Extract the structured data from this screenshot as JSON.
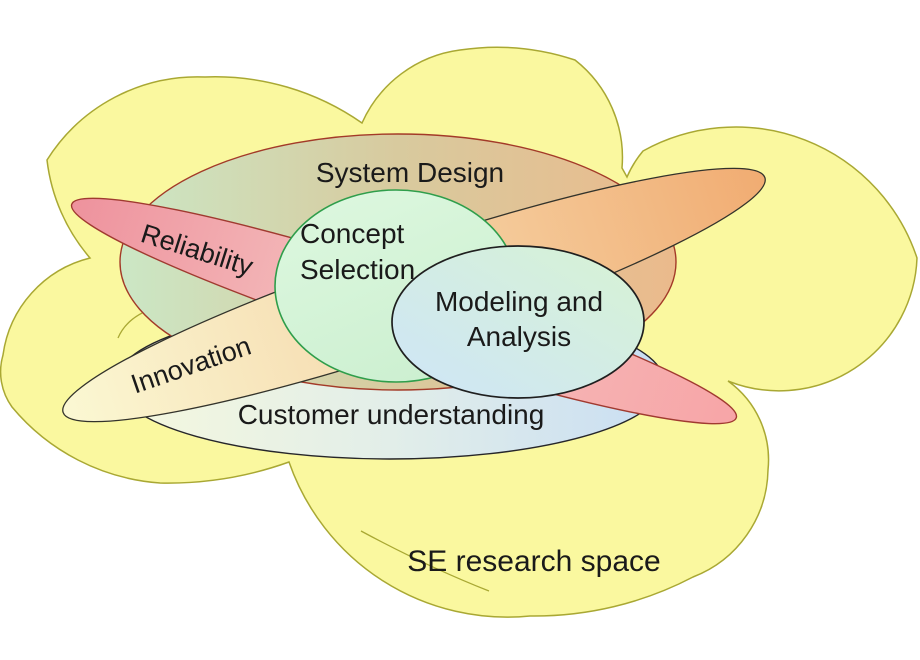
{
  "diagram": {
    "type": "venn-cloud-diagram",
    "cloud": {
      "label": "SE research space"
    },
    "regions": [
      {
        "id": "customer-understanding",
        "label": "Customer understanding"
      },
      {
        "id": "system-design",
        "label": "System Design"
      },
      {
        "id": "reliability",
        "label": "Reliability"
      },
      {
        "id": "innovation",
        "label": "Innovation"
      },
      {
        "id": "concept-selection",
        "label_lines": [
          "Concept",
          "Selection"
        ]
      },
      {
        "id": "modeling-analysis",
        "label_lines": [
          "Modeling and",
          "Analysis"
        ]
      }
    ]
  },
  "colors": {
    "text": "#1a1a1a",
    "cloud": {
      "fill": "#FAF89F",
      "stroke": "#A9A833"
    },
    "system_design": {
      "stroke": "#A33A28",
      "gradient": [
        "#CBE7C5",
        "#D8CA9E",
        "#EBBA8C"
      ]
    },
    "concept_selection": {
      "stroke": "#2F9E4B",
      "gradient": [
        "#DEF8E0",
        "#CDF0D1"
      ]
    },
    "modeling_analysis": {
      "stroke": "#1F1F1F",
      "gradient": [
        "#D7F3D3",
        "#CEE5F8"
      ]
    },
    "customer_understanding": {
      "stroke": "#26262A",
      "gradient": [
        "#F5F8DE",
        "#E2EEE9",
        "#C9DEF3"
      ]
    },
    "reliability": {
      "stroke": "#A03A30",
      "gradient": [
        "#EE929D",
        "#F5C2C0",
        "#F7A5A7"
      ]
    },
    "innovation": {
      "stroke": "#33332B",
      "gradient": [
        "#FBF8D3",
        "#F6DDB2",
        "#F1AC72"
      ]
    }
  }
}
